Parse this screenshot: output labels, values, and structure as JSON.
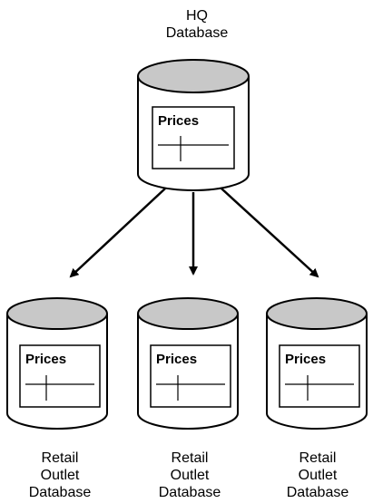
{
  "colors": {
    "cylinder_top": "#c8c8c8",
    "stroke": "#000000",
    "background": "#ffffff"
  },
  "hq": {
    "label_lines": [
      "HQ",
      "Database"
    ],
    "table_title": "Prices"
  },
  "outlets": [
    {
      "label_lines": [
        "Retail",
        "Outlet",
        "Database"
      ],
      "table_title": "Prices"
    },
    {
      "label_lines": [
        "Retail",
        "Outlet",
        "Database"
      ],
      "table_title": "Prices"
    },
    {
      "label_lines": [
        "Retail",
        "Outlet",
        "Database"
      ],
      "table_title": "Prices"
    }
  ]
}
